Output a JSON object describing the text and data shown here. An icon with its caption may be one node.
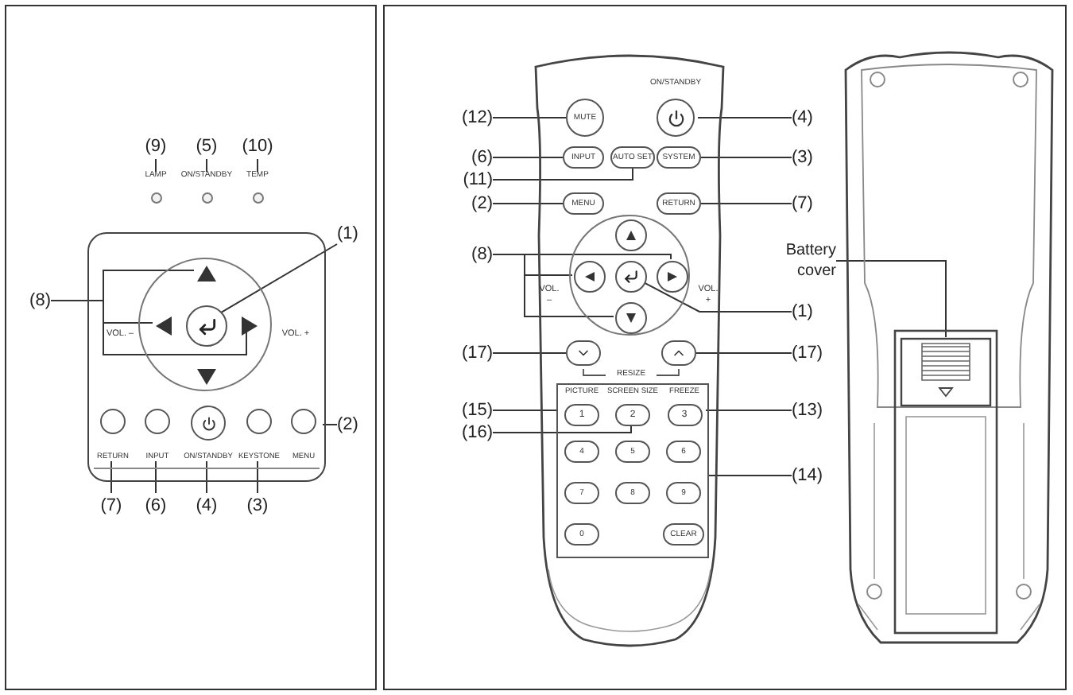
{
  "diagram": {
    "nodes": [
      {
        "text": [
          "(9)"
        ]
      },
      {
        "text": [
          "(5)"
        ]
      },
      {
        "text": [
          "(10)"
        ]
      },
      {
        "text": [
          "LAMP"
        ]
      },
      {
        "text": [
          "ON/STANDBY"
        ]
      },
      {
        "text": [
          "TEMP"
        ]
      },
      {
        "text": [],
        "shape": "box"
      },
      {
        "text": [],
        "shape": "circle",
        "in": 6
      },
      {
        "text": [],
        "shape": "circle",
        "in": 7
      },
      {
        "text": [],
        "shape": "triangle",
        "in": 7
      },
      {
        "text": [],
        "shape": "triangle",
        "in": 7
      },
      {
        "text": [],
        "shape": "triangle",
        "in": 7
      },
      {
        "text": [],
        "shape": "triangle",
        "in": 7
      },
      {
        "text": [
          "RETURN"
        ],
        "in": 6
      },
      {
        "text": [
          "INPUT"
        ],
        "in": 6
      },
      {
        "text": [
          "ON/STANDBY"
        ],
        "in": 6
      },
      {
        "text": [
          "KEYSTONE"
        ],
        "in": 6
      },
      {
        "text": [
          "MENU"
        ],
        "in": 6
      },
      {
        "text": [
          "(1)"
        ]
      },
      {
        "text": [
          "(8)"
        ]
      },
      {
        "text": [
          "(2)"
        ]
      },
      {
        "text": [
          "(7)"
        ]
      },
      {
        "text": [
          "(6)"
        ]
      },
      {
        "text": [
          "(4)"
        ]
      },
      {
        "text": [
          "(3)"
        ]
      },
      {
        "text": [],
        "shape": "remote"
      },
      {
        "text": [
          "ON/STANDBY"
        ],
        "in": 25
      },
      {
        "text": [
          "MUTE"
        ],
        "in": 25
      },
      {
        "text": [
          "INPUT"
        ],
        "in": 25
      },
      {
        "text": [
          "AUTO SET"
        ],
        "in": 25
      },
      {
        "text": [
          "SYSTEM"
        ],
        "in": 25
      },
      {
        "text": [
          "MENU"
        ],
        "in": 25
      },
      {
        "text": [
          "RETURN"
        ],
        "in": 25
      },
      {
        "text": [],
        "shape": "circle",
        "in": 25
      },
      {
        "text": [],
        "shape": "circle",
        "in": 33
      },
      {
        "text": [],
        "shape": "circle",
        "in": 33
      },
      {
        "text": [],
        "shape": "circle",
        "in": 33
      },
      {
        "text": [],
        "shape": "circle",
        "in": 33
      },
      {
        "text": [],
        "shape": "circle",
        "in": 33
      },
      {
        "text": [],
        "shape": "oval",
        "in": 25
      },
      {
        "text": [],
        "shape": "oval",
        "in": 25
      },
      {
        "text": [],
        "shape": "box",
        "in": 25
      },
      {
        "text": [
          "PICTURE",
          "1"
        ],
        "in": 41
      },
      {
        "text": [
          "SCREEN SIZE",
          "2"
        ],
        "in": 41
      },
      {
        "text": [
          "FREEZE",
          "3"
        ],
        "in": 41
      },
      {
        "text": [
          "4"
        ],
        "in": 41
      },
      {
        "text": [
          "5"
        ],
        "in": 41
      },
      {
        "text": [
          "6"
        ],
        "in": 41
      },
      {
        "text": [
          "7"
        ],
        "in": 41
      },
      {
        "text": [
          "8"
        ],
        "in": 41
      },
      {
        "text": [
          "9"
        ],
        "in": 41
      },
      {
        "text": [
          "0"
        ],
        "in": 41
      },
      {
        "text": [
          "CLEAR"
        ],
        "in": 41
      },
      {
        "text": [
          "(12)"
        ]
      },
      {
        "text": [
          "(6)"
        ]
      },
      {
        "text": [
          "(11)"
        ]
      },
      {
        "text": [
          "(2)"
        ]
      },
      {
        "text": [
          "(8)"
        ]
      },
      {
        "text": [
          "(17)"
        ]
      },
      {
        "text": [
          "(15)"
        ]
      },
      {
        "text": [
          "(16)"
        ]
      },
      {
        "text": [
          "(4)"
        ]
      },
      {
        "text": [
          "(3)"
        ]
      },
      {
        "text": [
          "(7)"
        ]
      },
      {
        "text": [
          "(1)"
        ]
      },
      {
        "text": [
          "(17)"
        ]
      },
      {
        "text": [
          "(13)"
        ]
      },
      {
        "text": [
          "(14)"
        ]
      },
      {
        "text": [],
        "shape": "remote"
      },
      {
        "text": [],
        "shape": "box",
        "in": 68
      },
      {
        "text": [
          "Battery cover"
        ]
      }
    ],
    "edges": [
      {
        "from": 0,
        "to": 3,
        "arrow": "none"
      },
      {
        "from": 1,
        "to": 4,
        "arrow": "none"
      },
      {
        "from": 2,
        "to": 5,
        "arrow": "none"
      },
      {
        "from": 18,
        "to": 8,
        "arrow": "none"
      },
      {
        "from": 19,
        "to": 9,
        "arrow": "none"
      },
      {
        "from": 19,
        "to": 10,
        "arrow": "none"
      },
      {
        "from": 19,
        "to": 11,
        "arrow": "none"
      },
      {
        "from": 20,
        "to": 17,
        "arrow": "none"
      },
      {
        "from": 21,
        "to": 13,
        "arrow": "none"
      },
      {
        "from": 22,
        "to": 14,
        "arrow": "none"
      },
      {
        "from": 23,
        "to": 15,
        "arrow": "none"
      },
      {
        "from": 24,
        "to": 16,
        "arrow": "none"
      },
      {
        "from": 53,
        "to": 27,
        "arrow": "none"
      },
      {
        "from": 54,
        "to": 28,
        "arrow": "none"
      },
      {
        "from": 55,
        "to": 29,
        "arrow": "none"
      },
      {
        "from": 56,
        "to": 31,
        "arrow": "none"
      },
      {
        "from": 57,
        "to": 37,
        "arrow": "none"
      },
      {
        "from": 57,
        "to": 35,
        "arrow": "none"
      },
      {
        "from": 57,
        "to": 38,
        "arrow": "none"
      },
      {
        "from": 58,
        "to": 39,
        "arrow": "none"
      },
      {
        "from": 59,
        "to": 42,
        "arrow": "none"
      },
      {
        "from": 60,
        "to": 43,
        "arrow": "none"
      },
      {
        "from": 61,
        "to": 26,
        "arrow": "none"
      },
      {
        "from": 62,
        "to": 30,
        "arrow": "none"
      },
      {
        "from": 63,
        "to": 32,
        "arrow": "none"
      },
      {
        "from": 64,
        "to": 36,
        "arrow": "none"
      },
      {
        "from": 65,
        "to": 40,
        "arrow": "none"
      },
      {
        "from": 66,
        "to": 44,
        "arrow": "none"
      },
      {
        "from": 67,
        "to": 41,
        "arrow": "none"
      },
      {
        "from": 70,
        "to": 69,
        "arrow": "none"
      }
    ],
    "labels": [
      "VOL. –",
      "VOL. +",
      "VOL. –",
      "VOL. +",
      "RESIZE"
    ]
  }
}
